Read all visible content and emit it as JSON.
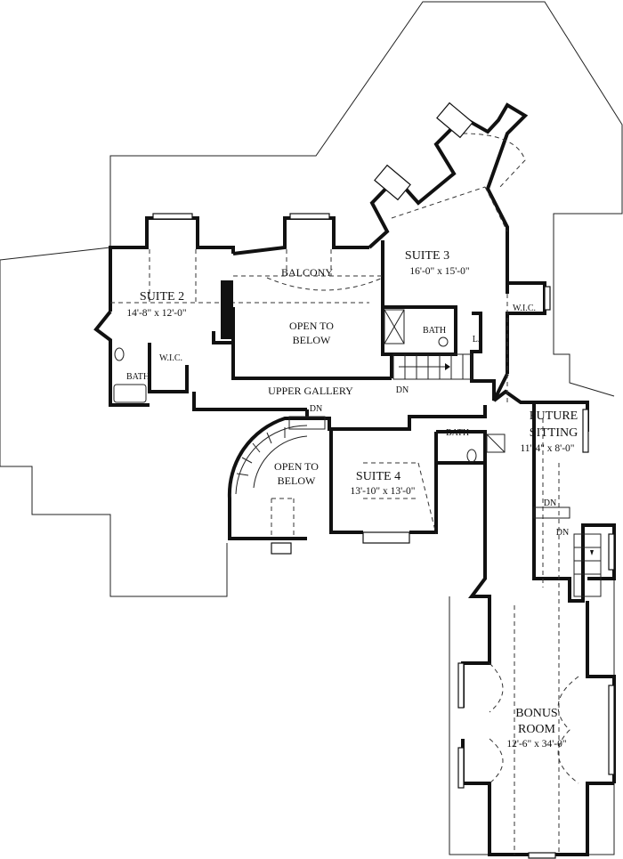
{
  "rooms": {
    "suite2": {
      "name": "SUITE 2",
      "dims": "14'-8\" x 12'-0\""
    },
    "suite3": {
      "name": "SUITE 3",
      "dims": "16'-0\" x 15'-0\""
    },
    "suite4": {
      "name": "SUITE 4",
      "dims": "13'-10\" x 13'-0\""
    },
    "future": {
      "name1": "FUTURE",
      "name2": "SITTING",
      "dims": "11'-4\" x 8'-0\""
    },
    "bonus": {
      "name1": "BONUS",
      "name2": "ROOM",
      "dims": "12'-6\" x 34'-0\""
    },
    "balcony": "BALCONY",
    "open_below_1": {
      "line1": "OPEN TO",
      "line2": "BELOW"
    },
    "open_below_2": {
      "line1": "OPEN TO",
      "line2": "BELOW"
    },
    "upper_gallery": "UPPER GALLERY",
    "bath_suite2": "BATH",
    "wic_suite2": "W.I.C.",
    "bath_suite3": "BATH",
    "wic_suite3": "W.I.C.",
    "linen": "L.",
    "bath_suite4": "BATH"
  },
  "stairs": {
    "dn_gallery": "DN",
    "dn_top": "DN",
    "dn_right_1": "DN",
    "dn_right_2": "DN"
  }
}
